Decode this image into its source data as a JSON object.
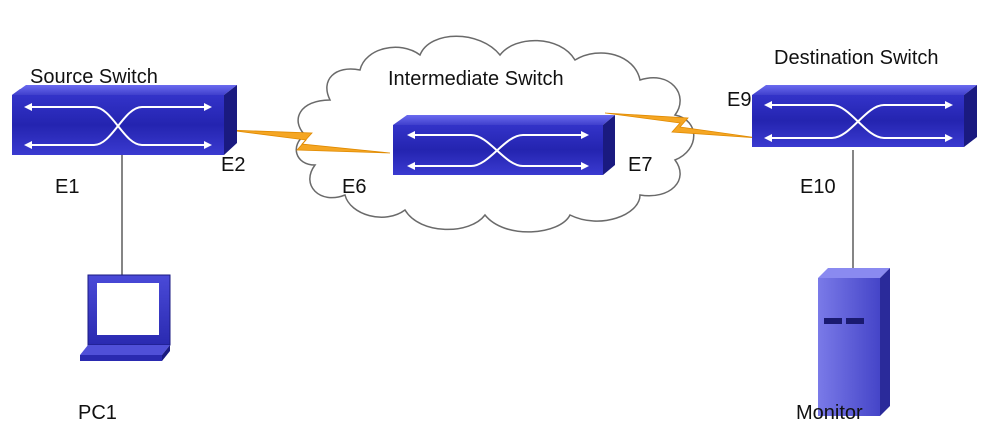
{
  "devices": {
    "source_switch": "Source Switch",
    "intermediate_switch": "Intermediate Switch",
    "destination_switch": "Destination Switch",
    "pc": "PC1",
    "monitor": "Monitor"
  },
  "ports": {
    "e1": "E1",
    "e2": "E2",
    "e6": "E6",
    "e7": "E7",
    "e9": "E9",
    "e10": "E10"
  },
  "colors": {
    "switch_front": "#2a2ab8",
    "switch_top": "#4a4ad8",
    "switch_side": "#1a1a80",
    "link_bolt": "#f5a623",
    "cloud_fill": "#ffffff",
    "cloud_stroke": "#666666",
    "cable": "#333333"
  }
}
